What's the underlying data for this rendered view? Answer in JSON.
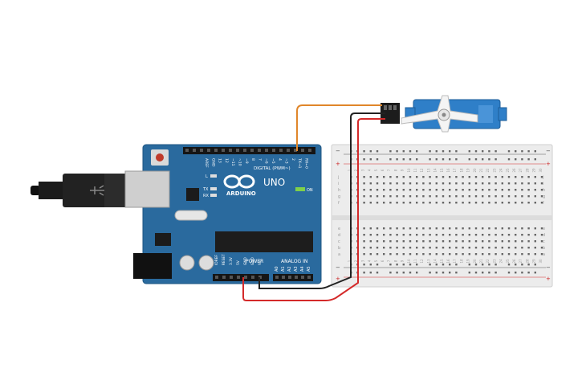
{
  "arduino": {
    "brand": "ARDUINO",
    "model": "UNO",
    "digital_label": "DIGITAL (PWM~)",
    "power_label": "POWER",
    "analog_label": "ANALOG IN",
    "on_label": "ON",
    "led_l": "L",
    "led_tx": "TX",
    "led_rx": "RX",
    "digital_pins": [
      "AREF",
      "GND",
      "13",
      "12",
      "~11",
      "~10",
      "~9",
      "8",
      "7",
      "~6",
      "~5",
      "4",
      "~3",
      "2",
      "TX→1",
      "RX←0"
    ],
    "power_pins": [
      "IOREF",
      "RESET",
      "3.3V",
      "5V",
      "GND",
      "GND",
      "Vin"
    ],
    "analog_pins": [
      "A0",
      "A1",
      "A2",
      "A3",
      "A4",
      "A5"
    ]
  },
  "breadboard": {
    "row_letters_top": [
      "j",
      "i",
      "h",
      "g",
      "f"
    ],
    "row_letters_bottom": [
      "e",
      "d",
      "c",
      "b",
      "a"
    ],
    "plus": "+",
    "minus": "−",
    "columns": 30
  },
  "colors": {
    "board": "#2a6a9e",
    "board_edge": "#1f5683",
    "wire_orange": "#e0862a",
    "wire_black": "#222222",
    "wire_red": "#d42a2a",
    "servo_body": "#2f7fc8",
    "breadboard": "#ececec"
  }
}
